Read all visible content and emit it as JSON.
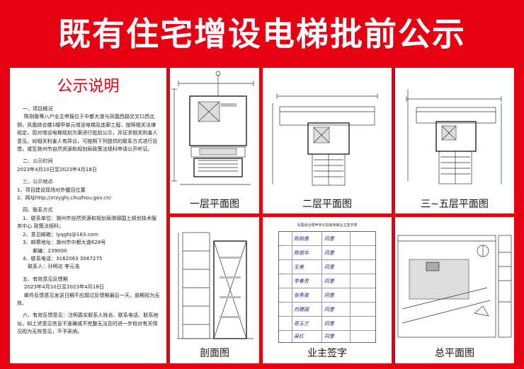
{
  "title": "既有住宅增设电梯批前公示",
  "notice": {
    "heading": "公示说明",
    "sections": [
      {
        "head": "一、项目概况",
        "lines": [
          "陈刚香等八户业主申报位于中都大道与凤凰西路交叉口西北侧，凤凰综合楼1幢甲单元增设电梯及连廊工程，按照相关法律规定，现对增设电梯规划方案进行批前公示，并征求相关利害人意见，如相关利害人有异议，可按照下列提供的联系方式进行反馈，或至滁州市自然资源和规划局政策法规科申请公开听证。"
        ]
      },
      {
        "head": "二、公示时间",
        "lines": [
          "2023年4月10日至2023年4月18日"
        ]
      },
      {
        "head": "三、公示地点",
        "lines": [
          "1、项目建设现场对外醒目位置",
          "2、网址http://zrzyghj.chuzhou.gov.cn/"
        ]
      },
      {
        "head": "四、联系方式",
        "lines": [
          "1、联系单位：滁州市自然资源和规划局琅琊国土规划技术服务中心  政策法规科；",
          "2、意见邮箱：lyqghj@163.com",
          "3、邮寄地址：滁州市中都大道628号",
          "　　邮编：239000",
          "4、联系电话：3162063  3067275",
          "　联系人：孙明达  李元浩"
        ]
      },
      {
        "head": "五、有效意见反馈期",
        "lines": [
          "2023年4月10日至2023年4月18日",
          "邮件反馈意见发送日期不应超过反馈期最后一天，逾期视为无效。"
        ]
      },
      {
        "head": "六、有效反馈意见：注明真实联系人姓名、联系电话、联系地址。如上述意见信息不准确或不完整无法及时进一步校对有关情况视为无效意见，不予采纳。",
        "lines": []
      }
    ]
  },
  "panels": {
    "floor1": "一层平面图",
    "floor2": "二层平面图",
    "floor3_5": "三~五层平面图",
    "section": "剖面图",
    "signatures": "业主签字",
    "site": "总平面图"
  },
  "signature_sheet": {
    "title": "凤凰综合楼甲单元加装电梯业主签字表",
    "names": [
      "陈刚香",
      "陈德华",
      "王美",
      "李春芳",
      "张秀英",
      "刘建国",
      "周玉兰",
      "吴红"
    ],
    "marks": [
      "同意",
      "同意",
      "同意",
      "同意",
      "同意",
      "同意",
      "同意",
      "同意"
    ]
  }
}
